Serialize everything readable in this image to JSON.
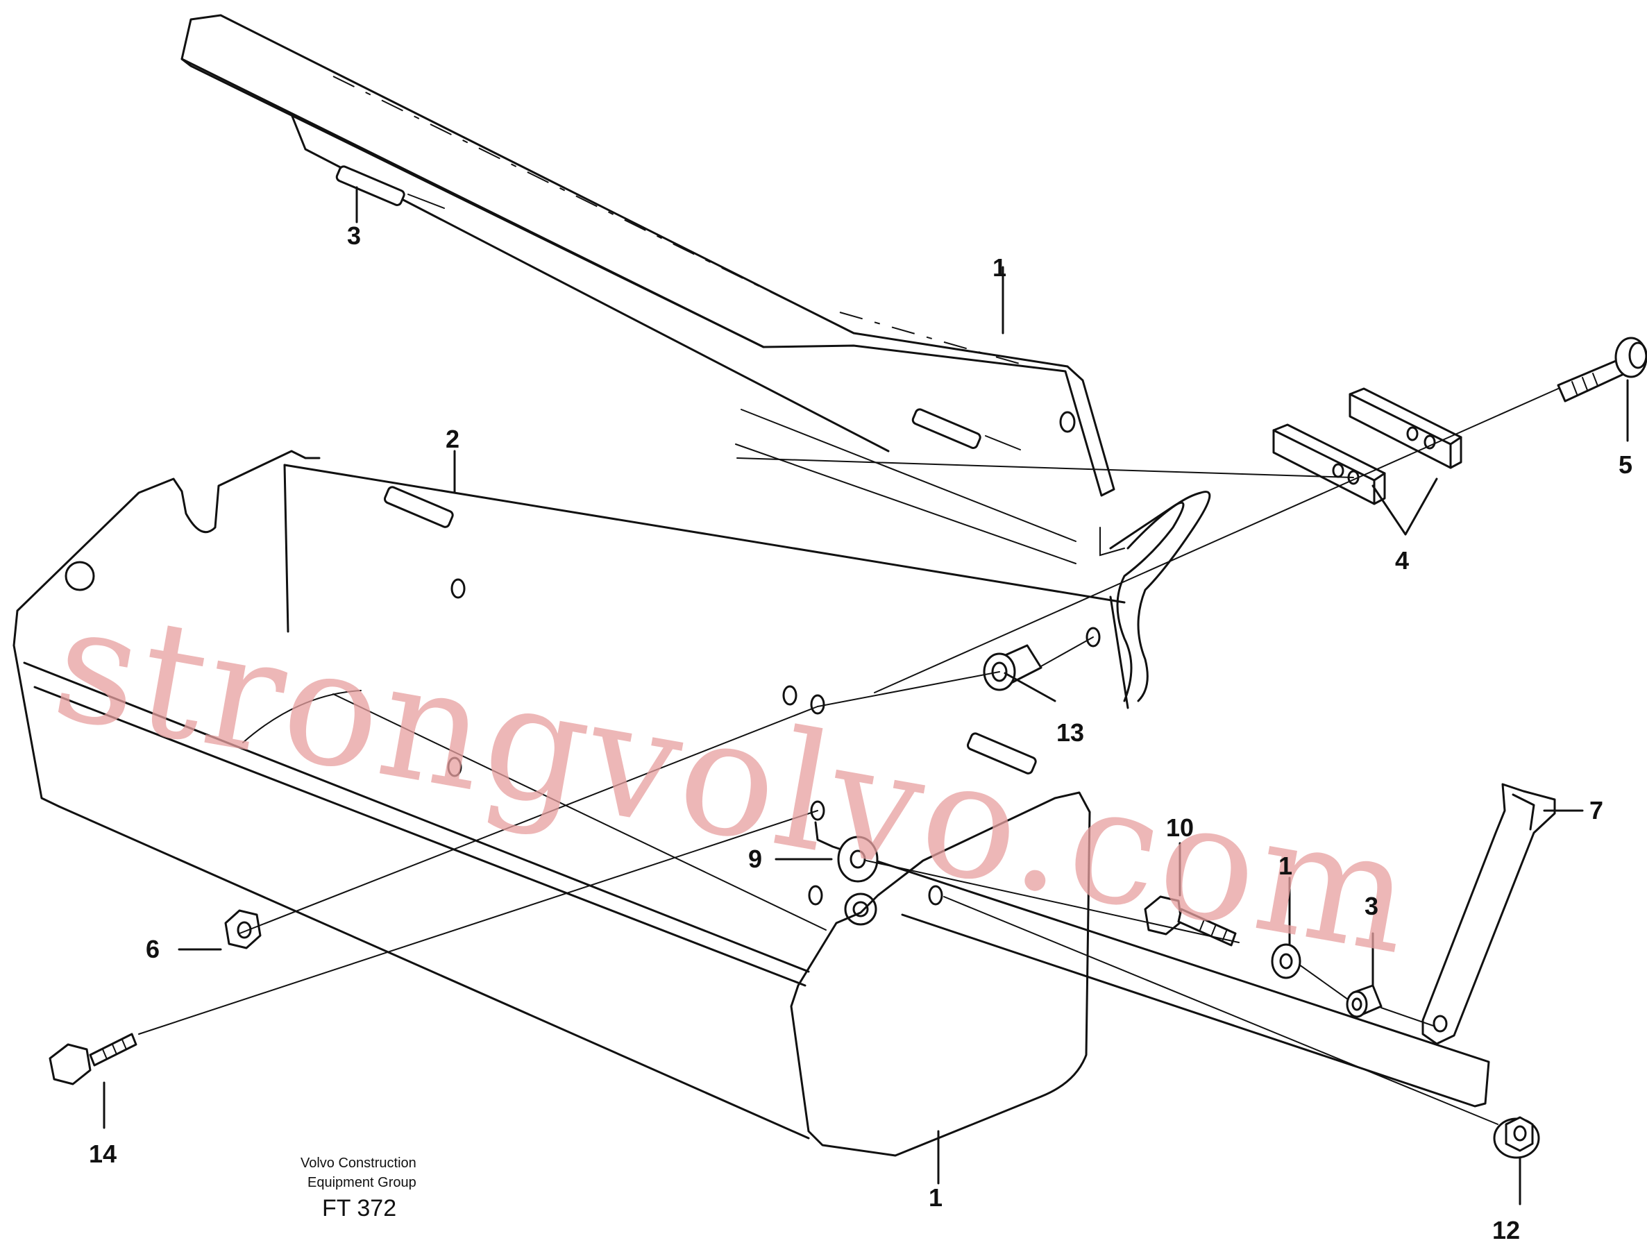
{
  "watermark": "strongvolvo.com",
  "credit": {
    "line1": "Volvo Construction",
    "line2": "Equipment Group",
    "code": "FT 372"
  },
  "callouts": [
    {
      "id": "lid",
      "text": "1"
    },
    {
      "id": "box",
      "text": "1"
    },
    {
      "id": "hinge-top",
      "text": "2"
    },
    {
      "id": "pin-top",
      "text": "3"
    },
    {
      "id": "bushing",
      "text": "3"
    },
    {
      "id": "washer-right",
      "text": "1"
    },
    {
      "id": "bracket",
      "text": "4"
    },
    {
      "id": "bolt-right",
      "text": "5"
    },
    {
      "id": "nut",
      "text": "6"
    },
    {
      "id": "arm",
      "text": "7"
    },
    {
      "id": "washer",
      "text": "9"
    },
    {
      "id": "bolt-mid",
      "text": "10"
    },
    {
      "id": "flange-nut",
      "text": "12"
    },
    {
      "id": "spacer",
      "text": "13"
    },
    {
      "id": "bolt-left",
      "text": "14"
    }
  ]
}
